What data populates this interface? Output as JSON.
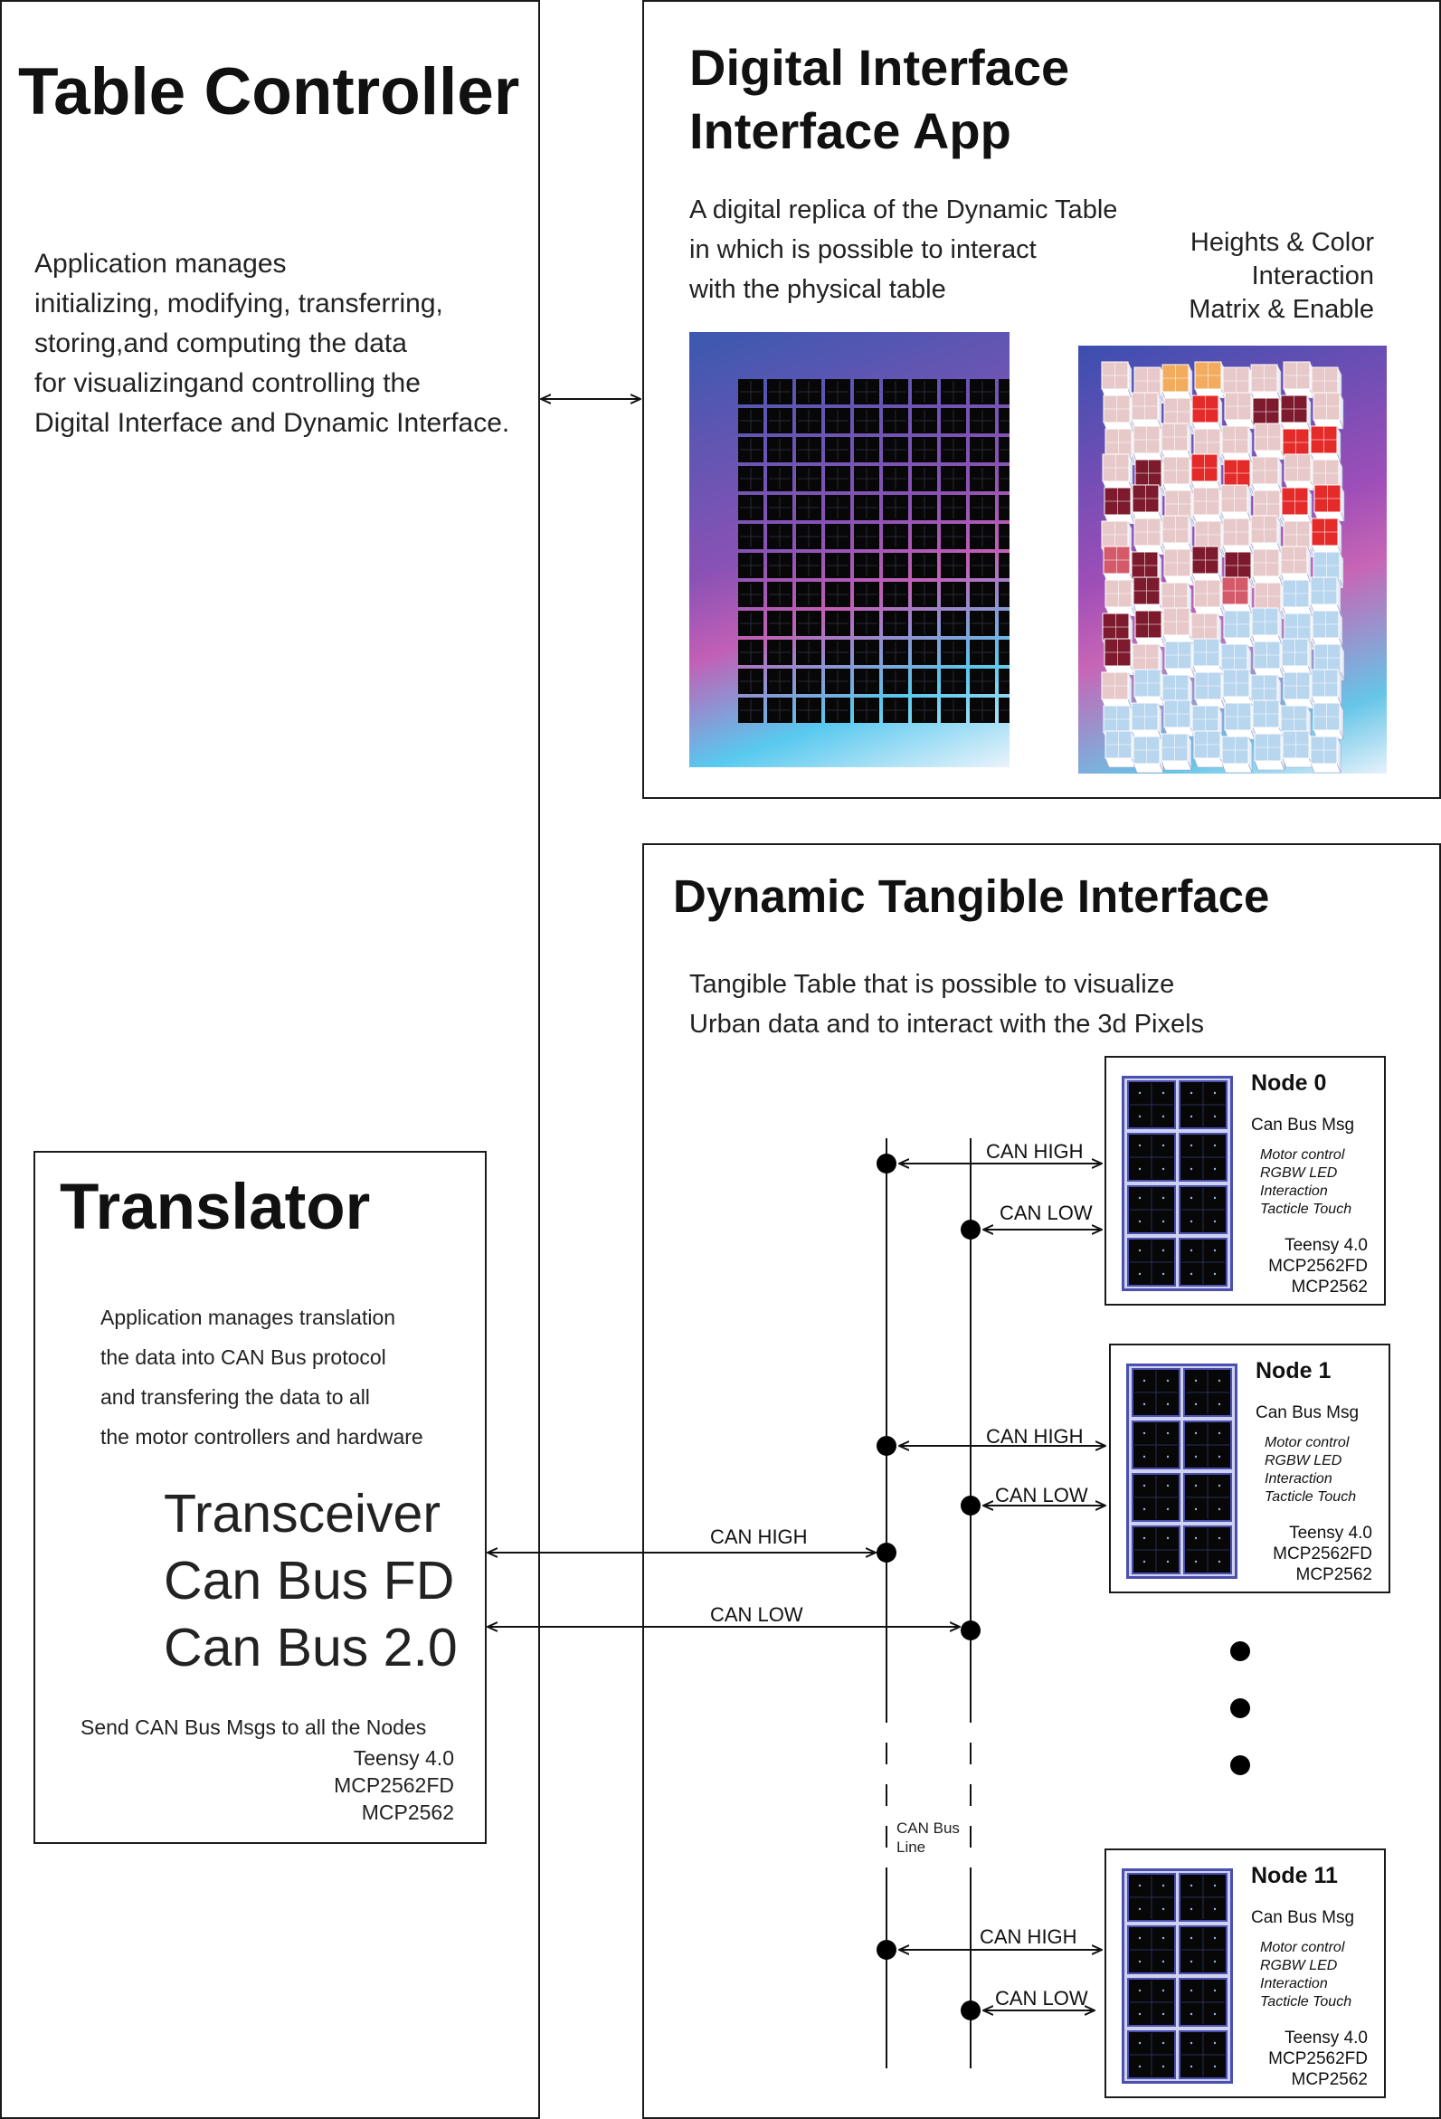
{
  "table_controller": {
    "title": "Table Controller",
    "description": "Application manages\ninitializing, modifying, transferring,\nstoring,and computing the data\nfor visualizingand controlling the\nDigital Interface and Dynamic Interface."
  },
  "digital_interface": {
    "title_line1": "Digital Interface",
    "title_line2": "Interface App",
    "description": "A digital replica of the Dynamic Table\nin which is possible to interact\n with the physical table",
    "side_label": "Heights & Color\nInteraction\nMatrix & Enable"
  },
  "dynamic_interface": {
    "title": "Dynamic Tangible Interface",
    "description": "Tangible Table that is possible to visualize\n Urban data and to interact with the 3d Pixels",
    "bus_line_label": "CAN Bus\nLine",
    "nodes": [
      {
        "title": "Node 0",
        "msg": "Can Bus Msg",
        "features": "Motor control\nRGBW LED\nInteraction\nTacticle Touch",
        "hardware": "Teensy 4.0\nMCP2562FD\nMCP2562"
      },
      {
        "title": "Node 1",
        "msg": "Can Bus Msg",
        "features": "Motor control\nRGBW LED\nInteraction\nTacticle Touch",
        "hardware": "Teensy 4.0\nMCP2562FD\nMCP2562"
      },
      {
        "title": "Node 11",
        "msg": "Can Bus Msg",
        "features": "Motor control\nRGBW LED\nInteraction\nTacticle Touch",
        "hardware": "Teensy 4.0\nMCP2562FD\nMCP2562"
      }
    ]
  },
  "translator": {
    "title": "Translator",
    "description": "Application manages translation\nthe data into CAN Bus protocol\nand transfering the data to all\nthe motor controllers and hardware",
    "protocols": "Transceiver\nCan Bus FD\nCan Bus 2.0",
    "footer_line": "Send CAN Bus Msgs to all the Nodes",
    "hardware": "Teensy 4.0\nMCP2562FD\nMCP2562"
  },
  "connections": {
    "can_high": "CAN HIGH",
    "can_low": "CAN LOW"
  },
  "colors": {
    "border": "#1a1a1a",
    "node_frame": "#4a4fb0",
    "pixel_fill": "#070707",
    "red": "#e52a2a",
    "dark_red": "#7d1a2d",
    "pink": "#e8c9c9",
    "orange": "#f3ab5d",
    "light_blue": "#b9d6ef"
  }
}
